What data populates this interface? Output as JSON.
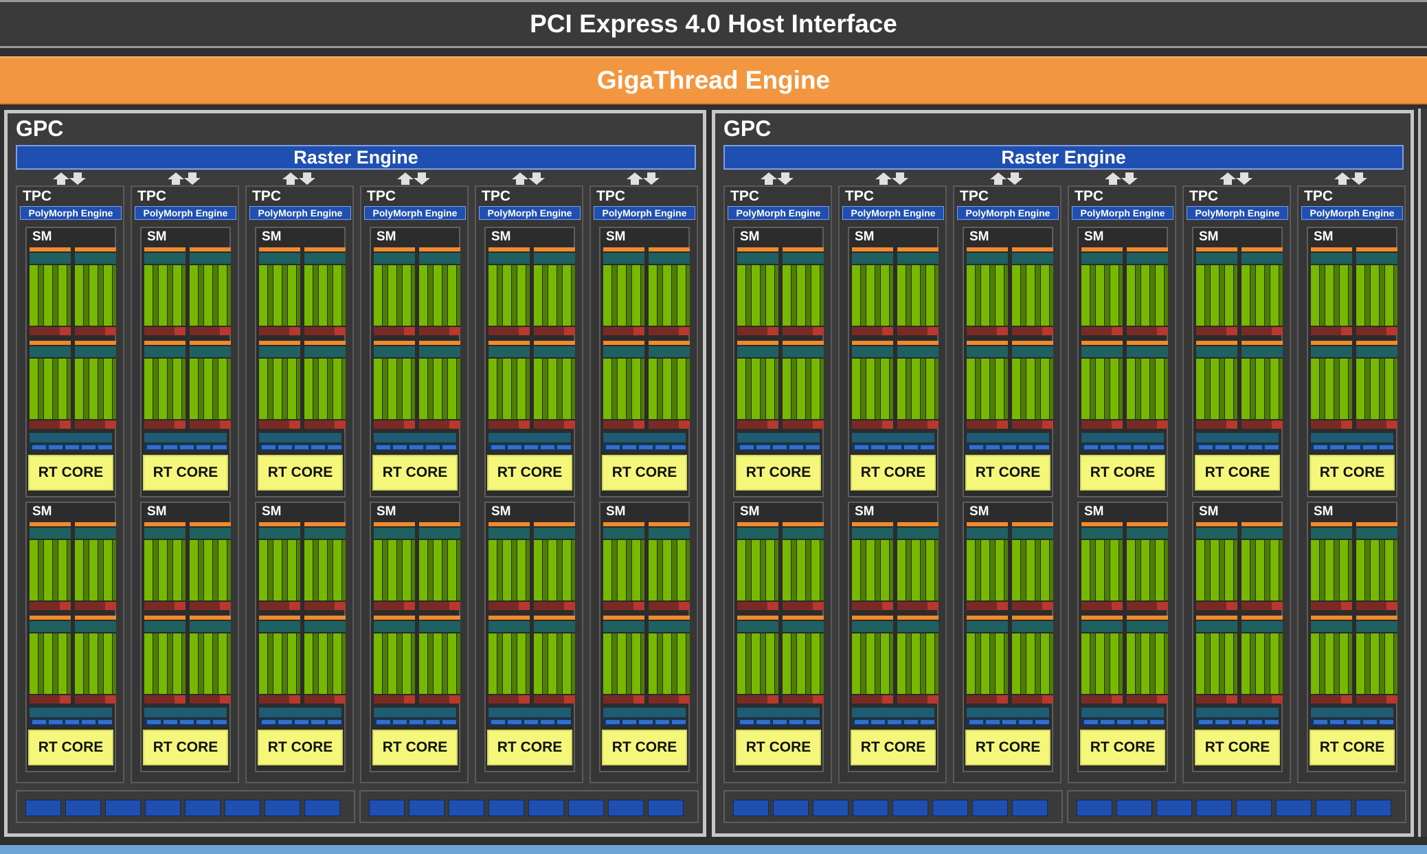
{
  "pcie_label": "PCI Express 4.0 Host Interface",
  "gigathread_label": "GigaThread Engine",
  "gpc_label": "GPC",
  "raster_label": "Raster Engine",
  "tpc_label": "TPC",
  "polymorph_label": "PolyMorph Engine",
  "sm_label": "SM",
  "rt_core_label": "RT CORE",
  "gpcs_visible": 2,
  "tpcs_per_gpc": 6,
  "sms_per_tpc": 2,
  "colors": {
    "pcie_bg": "#3a3a3a",
    "gigathread_bg": "#f29740",
    "raster_bg": "#1f4fb0",
    "cuda_core_green": "#76b900",
    "rt_core_yellow": "#f4f77a",
    "background": "#2f2f2f"
  }
}
